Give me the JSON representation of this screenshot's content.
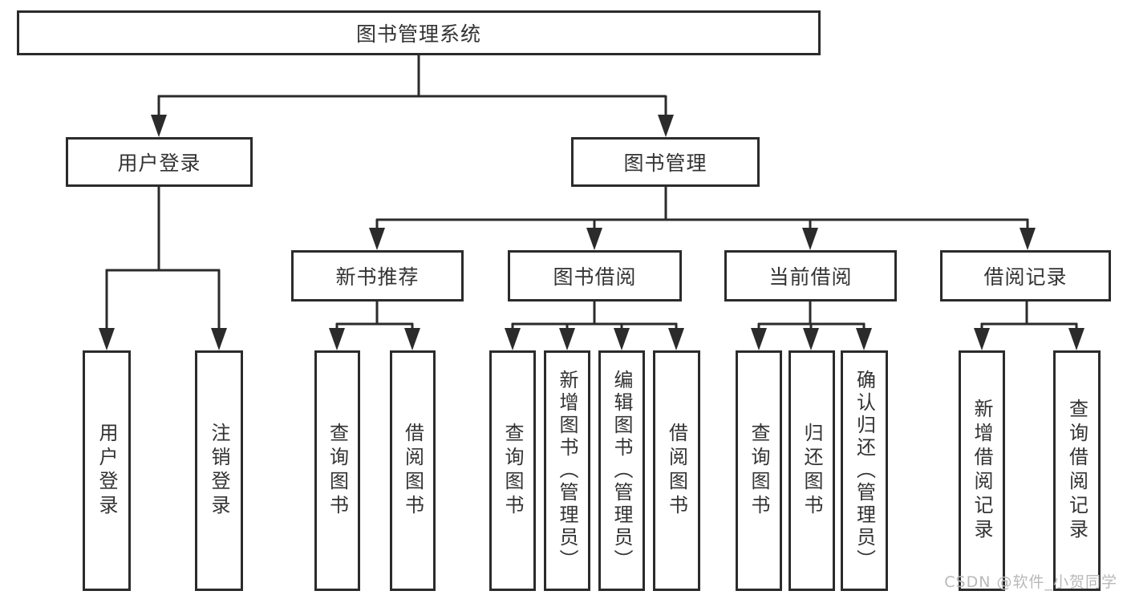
{
  "diagram": {
    "type": "hierarchy-tree",
    "nodes": {
      "root": "图书管理系统",
      "user_login": "用户登录",
      "book_mgmt": "图书管理",
      "new_book_rec": "新书推荐",
      "book_borrow": "图书借阅",
      "current_borrow": "当前借阅",
      "borrow_records": "借阅记录",
      "leaf_user_login": "用户登录",
      "leaf_logout": "注销登录",
      "leaf_query_book_1": "查询图书",
      "leaf_borrow_book_1": "借阅图书",
      "leaf_query_book_2": "查询图书",
      "leaf_add_book": "新增图书（管理员）",
      "leaf_edit_book": "编辑图书（管理员）",
      "leaf_borrow_book_2": "借阅图书",
      "leaf_query_book_3": "查询图书",
      "leaf_return_book": "归还图书",
      "leaf_confirm_return": "确认归还（管理员）",
      "leaf_add_record": "新增借阅记录",
      "leaf_query_record": "查询借阅记录"
    },
    "colors": {
      "line": "#2b2b2b",
      "text": "#333333",
      "watermark": "#b9b9b9",
      "background": "#ffffff"
    },
    "watermark": "CSDN @软件_小贺同学"
  }
}
